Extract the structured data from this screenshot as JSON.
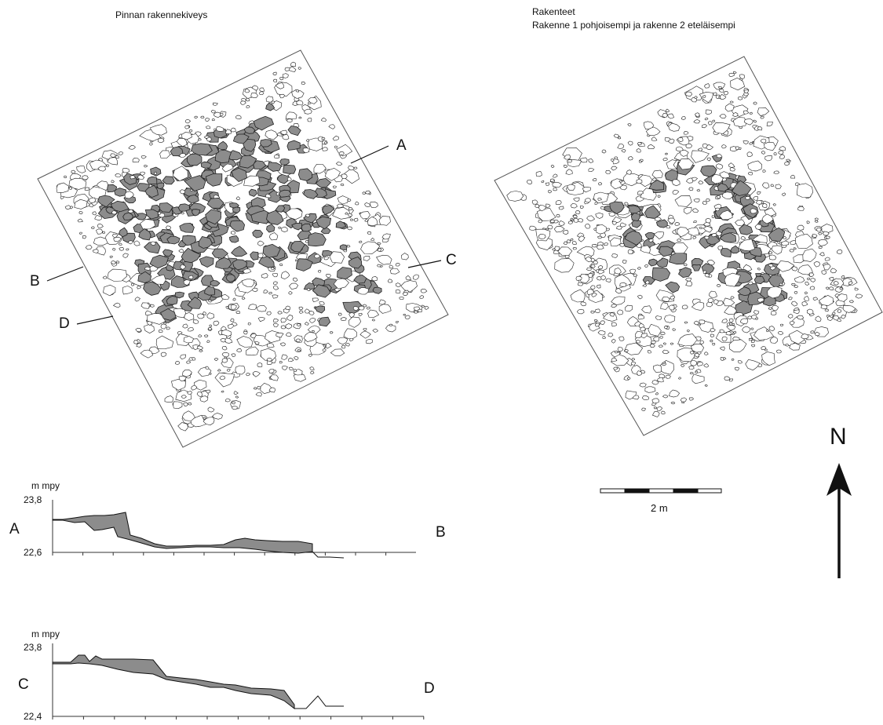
{
  "titles": {
    "left": "Pinnan rakennekiveys",
    "right_line1": "Rakenteet",
    "right_line2": "Rakenne 1 pohjoisempi ja rakenne 2 eteläisempi"
  },
  "plan_section_labels": [
    "A",
    "B",
    "C",
    "D"
  ],
  "north_label": "N",
  "scale_bar": {
    "label": "2 m",
    "segments": [
      "white",
      "black",
      "white",
      "black",
      "white"
    ]
  },
  "profiles": [
    {
      "unit": "m mpy",
      "ymax_label": "23,8",
      "ymin_label": "22,6",
      "start": "A",
      "end": "B"
    },
    {
      "unit": "m mpy",
      "ymax_label": "23,8",
      "ymin_label": "22,4",
      "start": "C",
      "end": "D"
    }
  ],
  "colors": {
    "stone_fill": "#8c8c8c",
    "outline": "#222222",
    "background": "#ffffff"
  }
}
